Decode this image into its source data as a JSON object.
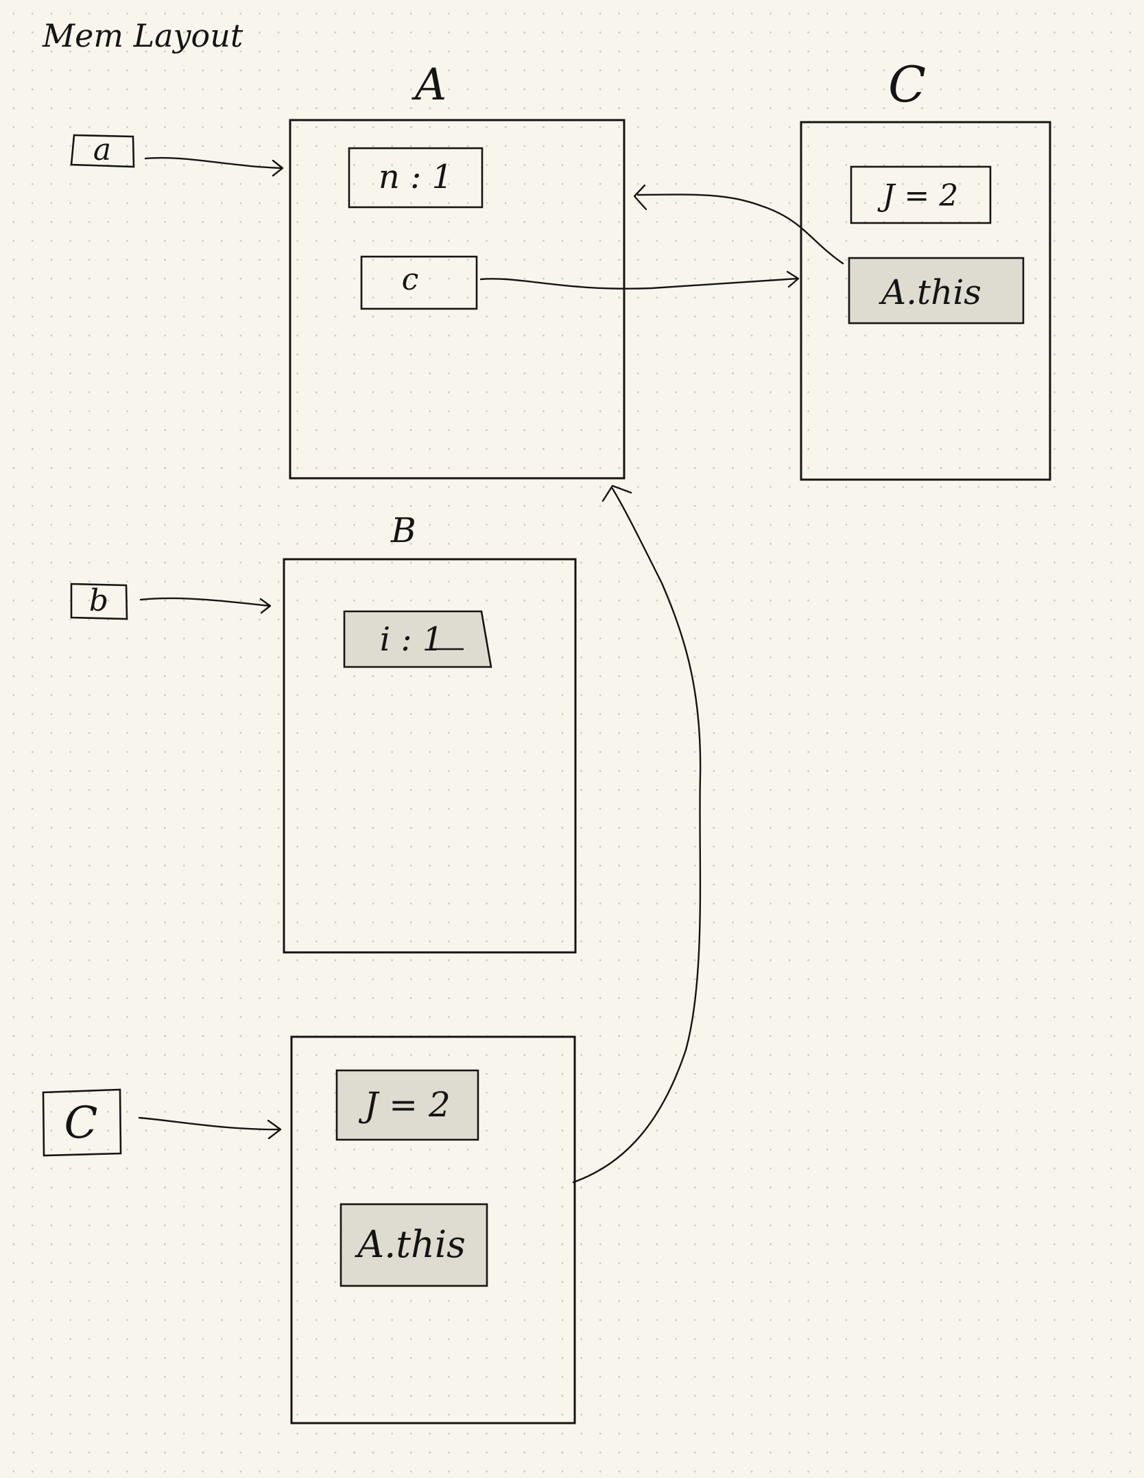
{
  "diagram": {
    "title": "Mem Layout",
    "variables": {
      "a": "a",
      "b": "b",
      "c": "C"
    },
    "objects": {
      "A": {
        "label": "A",
        "fields": {
          "n": "n : 1",
          "c": "c"
        }
      },
      "C": {
        "label": "C",
        "fields": {
          "j": "J = 2",
          "athis": "A.this"
        }
      },
      "B": {
        "label": "B",
        "fields": {
          "i": "i : 1"
        }
      },
      "C2": {
        "label": "",
        "fields": {
          "j": "J = 2",
          "athis": "A.this"
        }
      }
    },
    "colors": {
      "background": "#f8f6ec",
      "ink": "#141414",
      "shaded_field": "#dedcd0",
      "grid_dot": "#cfcdc4"
    }
  }
}
